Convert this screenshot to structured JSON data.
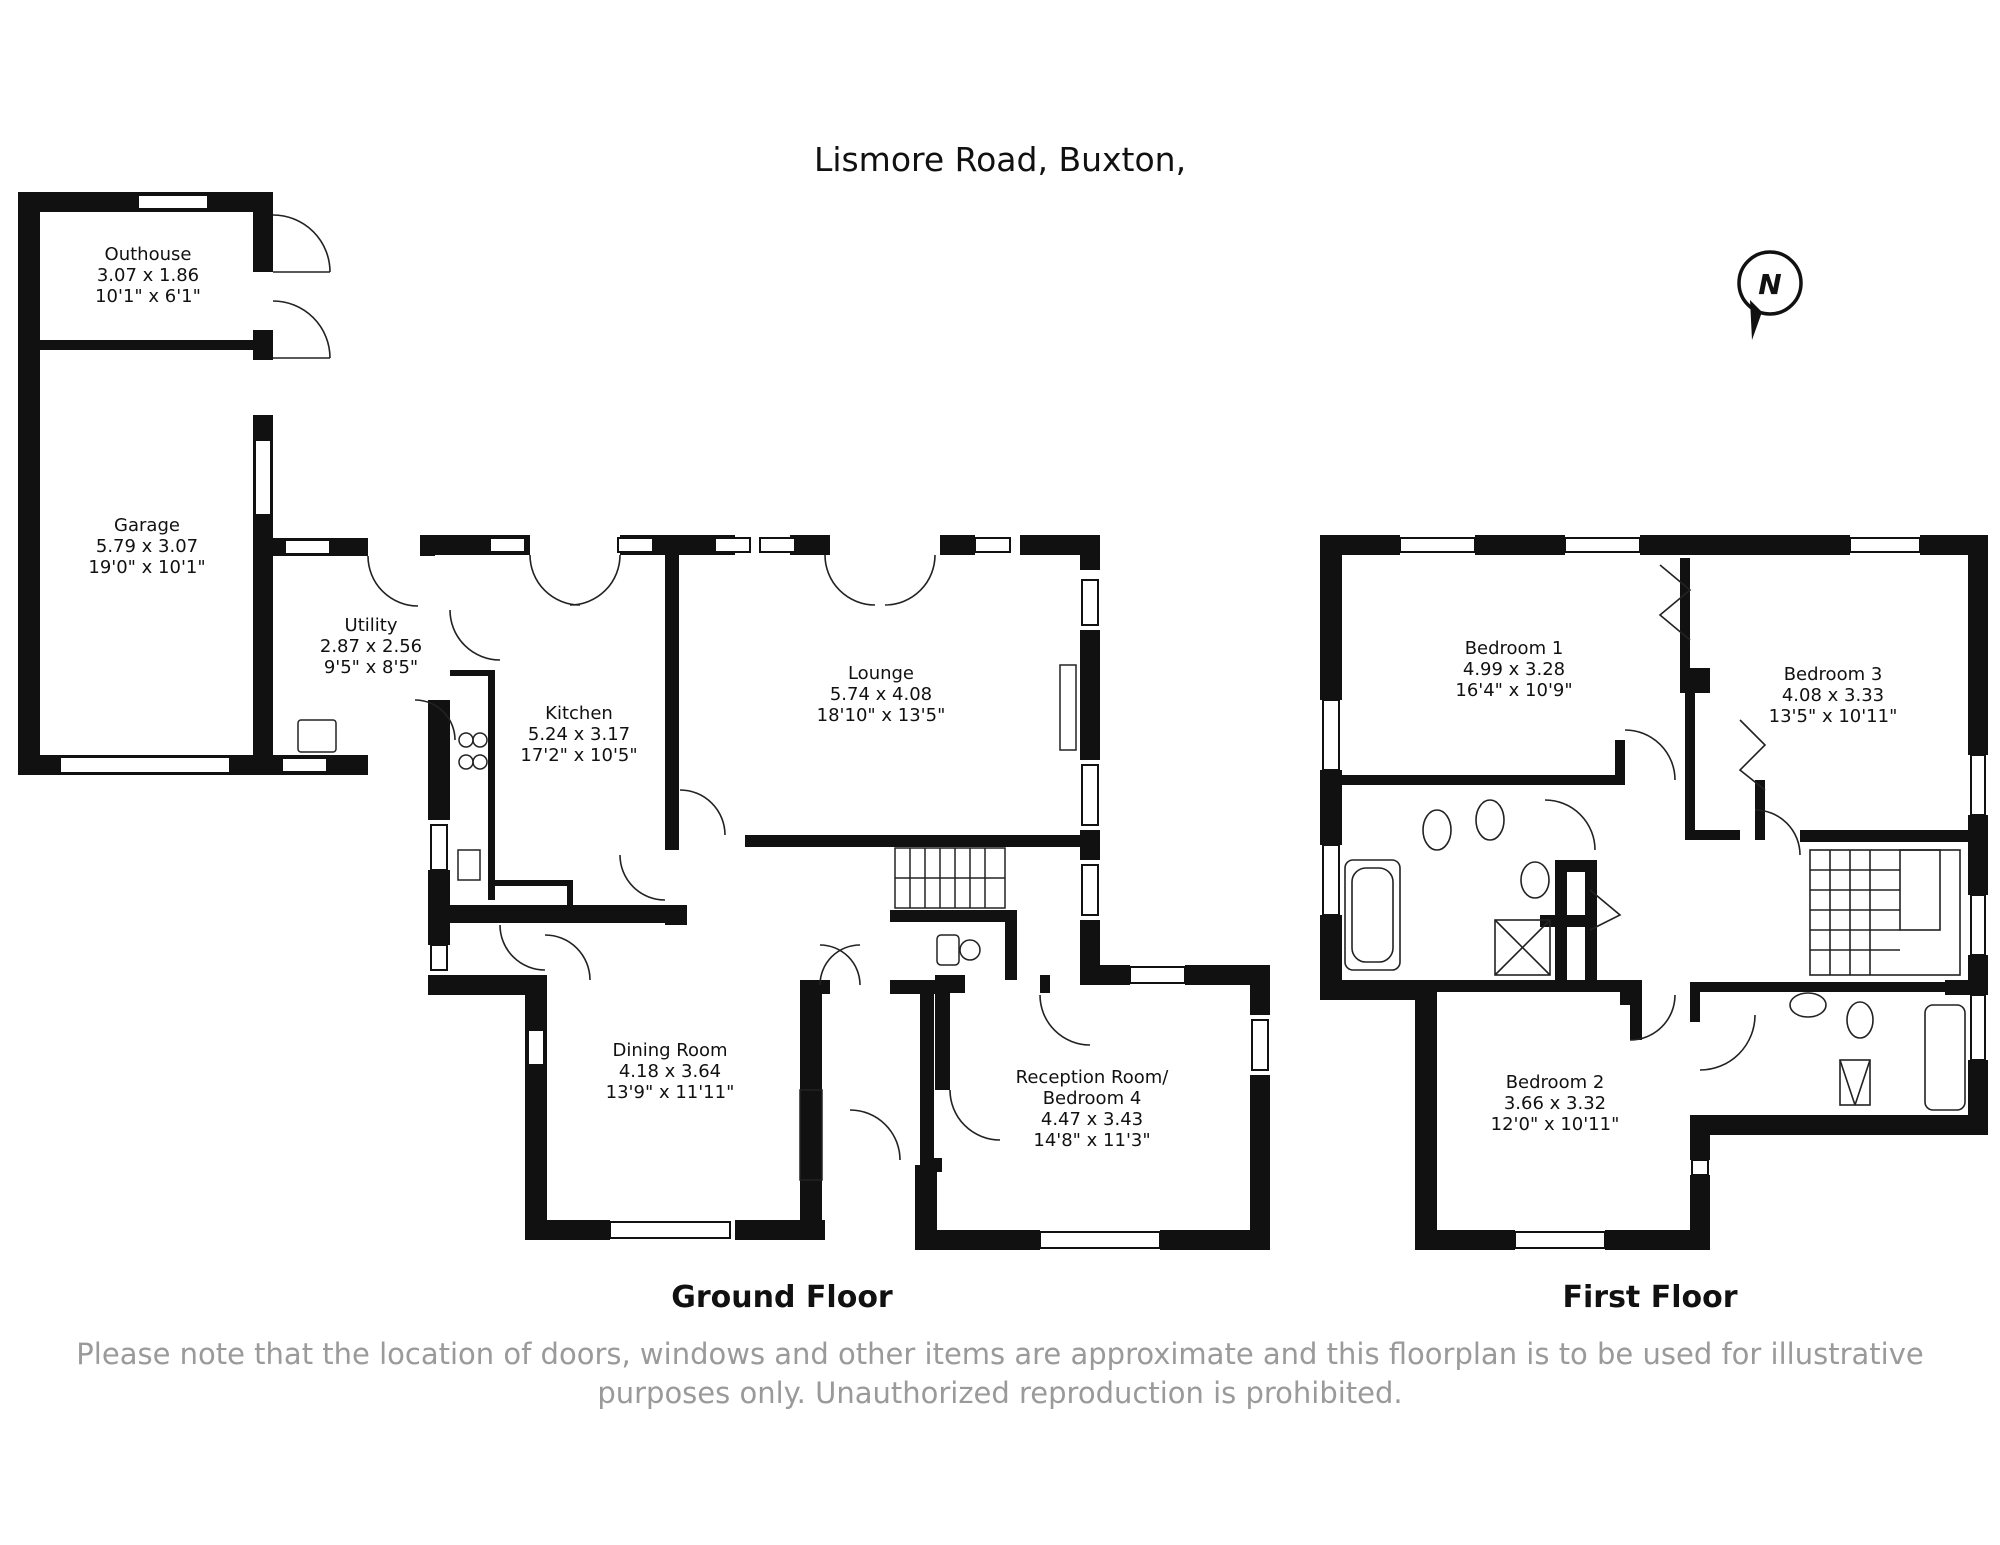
{
  "title": "Lismore Road, Buxton,",
  "floors": {
    "ground": "Ground Floor",
    "first": "First Floor"
  },
  "disclaimer": {
    "line1": "Please note that the location of doors, windows and other items are approximate and this floorplan is to be used for illustrative",
    "line2": "purposes only. Unauthorized reproduction is prohibited."
  },
  "compass": {
    "letter": "N"
  },
  "rooms": {
    "outhouse": {
      "name": "Outhouse",
      "metric": "3.07 x 1.86",
      "imperial": "10'1\" x 6'1\""
    },
    "garage": {
      "name": "Garage",
      "metric": "5.79 x 3.07",
      "imperial": "19'0\" x 10'1\""
    },
    "utility": {
      "name": "Utility",
      "metric": "2.87 x 2.56",
      "imperial": "9'5\" x 8'5\""
    },
    "kitchen": {
      "name": "Kitchen",
      "metric": "5.24 x 3.17",
      "imperial": "17'2\" x 10'5\""
    },
    "lounge": {
      "name": "Lounge",
      "metric": "5.74 x 4.08",
      "imperial": "18'10\" x 13'5\""
    },
    "dining": {
      "name": "Dining Room",
      "metric": "4.18 x 3.64",
      "imperial": "13'9\" x 11'11\""
    },
    "reception_line1": "Reception Room/",
    "reception": {
      "name": "Bedroom 4",
      "metric": "4.47 x 3.43",
      "imperial": "14'8\" x 11'3\""
    },
    "bedroom1": {
      "name": "Bedroom 1",
      "metric": "4.99 x 3.28",
      "imperial": "16'4\" x 10'9\""
    },
    "bedroom3": {
      "name": "Bedroom 3",
      "metric": "4.08 x 3.33",
      "imperial": "13'5\" x 10'11\""
    },
    "bedroom2": {
      "name": "Bedroom 2",
      "metric": "3.66 x 3.32",
      "imperial": "12'0\" x 10'11\""
    }
  }
}
